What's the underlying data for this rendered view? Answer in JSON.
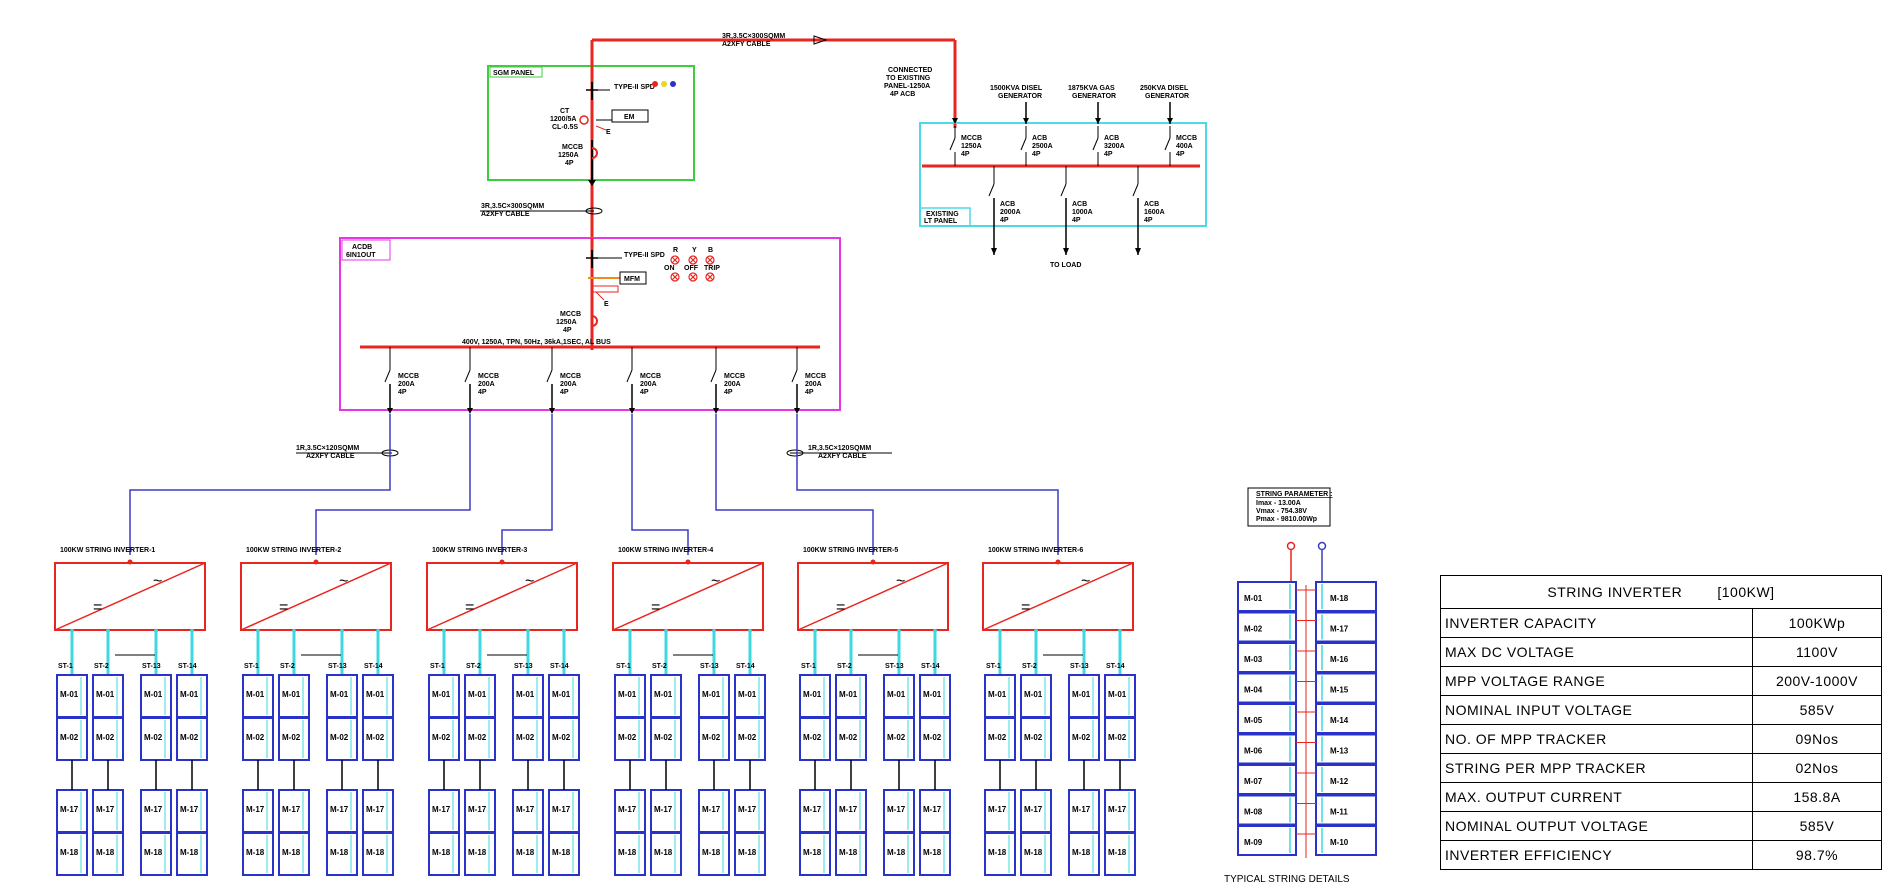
{
  "sgm": {
    "panel_label": "SGM PANEL",
    "spd_label": "TYPE-II SPD",
    "ct_lines": [
      "CT",
      "1200/5A",
      "CL-0.5S"
    ],
    "meter_label": "EM",
    "mccb_lines": [
      "MCCB",
      "1250A",
      "4P"
    ],
    "earth": "E"
  },
  "top_cable_lines": [
    "3R,3.5C×300SQMM",
    "A2XFY CABLE"
  ],
  "mid_cable_lines": [
    "3R,3.5C×300SQMM",
    "A2XFY CABLE"
  ],
  "connected_lines": [
    "CONNECTED",
    "TO EXISTING",
    "PANEL-1250A",
    "4P ACB"
  ],
  "generators": [
    {
      "lines": [
        "1500KVA DISEL",
        "GENERATOR"
      ]
    },
    {
      "lines": [
        "1875KVA GAS",
        "GENERATOR"
      ]
    },
    {
      "lines": [
        "250KVA DISEL",
        "GENERATOR"
      ]
    }
  ],
  "lt_panel": {
    "label_lines": [
      "EXISTING",
      "LT PANEL"
    ],
    "top_breakers": [
      {
        "lines": [
          "MCCB",
          "1250A",
          "4P"
        ]
      },
      {
        "lines": [
          "ACB",
          "2500A",
          "4P"
        ]
      },
      {
        "lines": [
          "ACB",
          "3200A",
          "4P"
        ]
      },
      {
        "lines": [
          "MCCB",
          "400A",
          "4P"
        ]
      }
    ],
    "bottom_breakers": [
      {
        "lines": [
          "ACB",
          "2000A",
          "4P"
        ]
      },
      {
        "lines": [
          "ACB",
          "1000A",
          "4P"
        ]
      },
      {
        "lines": [
          "ACB",
          "1600A",
          "4P"
        ]
      }
    ],
    "to_load": "TO LOAD"
  },
  "acdb": {
    "label_lines": [
      "ACDB",
      "6IN1OUT"
    ],
    "spd_label": "TYPE-II SPD",
    "indicator_letters": [
      "R",
      "Y",
      "B"
    ],
    "indicator_states": [
      "ON",
      "OFF",
      "TRIP"
    ],
    "meter_label": "MFM",
    "mccb_lines": [
      "MCCB",
      "1250A",
      "4P"
    ],
    "earth": "E",
    "bus_label": "400V, 1250A, TPN, 50Hz, 36kA,1SEC, AL BUS",
    "outgoing": [
      {
        "lines": [
          "MCCB",
          "200A",
          "4P"
        ]
      },
      {
        "lines": [
          "MCCB",
          "200A",
          "4P"
        ]
      },
      {
        "lines": [
          "MCCB",
          "200A",
          "4P"
        ]
      },
      {
        "lines": [
          "MCCB",
          "200A",
          "4P"
        ]
      },
      {
        "lines": [
          "MCCB",
          "200A",
          "4P"
        ]
      },
      {
        "lines": [
          "MCCB",
          "200A",
          "4P"
        ]
      }
    ]
  },
  "inv_cable_left": [
    "1R,3.5C×120SQMM",
    "A2XFY CABLE"
  ],
  "inv_cable_right": [
    "1R,3.5C×120SQMM",
    "A2XFY CABLE"
  ],
  "inverters": [
    {
      "title": "100KW STRING INVERTER-1"
    },
    {
      "title": "100KW STRING INVERTER-2"
    },
    {
      "title": "100KW STRING INVERTER-3"
    },
    {
      "title": "100KW STRING INVERTER-4"
    },
    {
      "title": "100KW STRING INVERTER-5"
    },
    {
      "title": "100KW STRING INVERTER-6"
    }
  ],
  "inverter_symbols": {
    "ac": "~",
    "dc": "="
  },
  "strings": [
    "ST-1",
    "ST-2",
    "ST-13",
    "ST-14"
  ],
  "module_rows": [
    "M-01",
    "M-02",
    "M-17",
    "M-18"
  ],
  "string_parameter": {
    "title": "STRING PARAMETER :",
    "lines": [
      "Imax - 13.00A",
      "Vmax - 754.38V",
      "Pmax - 9810.00Wp"
    ]
  },
  "typical_left": [
    "M-01",
    "M-02",
    "M-03",
    "M-04",
    "M-05",
    "M-06",
    "M-07",
    "M-08",
    "M-09"
  ],
  "typical_right": [
    "M-18",
    "M-17",
    "M-16",
    "M-15",
    "M-14",
    "M-13",
    "M-12",
    "M-11",
    "M-10"
  ],
  "typical_caption": "TYPICAL STRING DETAILS",
  "spec_table": {
    "header_title": "STRING INVERTER",
    "header_rating": "[100KW]",
    "rows": [
      {
        "label": "INVERTER CAPACITY",
        "value": "100KWp"
      },
      {
        "label": "MAX DC VOLTAGE",
        "value": "1100V"
      },
      {
        "label": "MPP VOLTAGE RANGE",
        "value": "200V-1000V"
      },
      {
        "label": "NOMINAL INPUT VOLTAGE",
        "value": "585V"
      },
      {
        "label": "NO. OF MPP TRACKER",
        "value": "09Nos"
      },
      {
        "label": "STRING PER MPP TRACKER",
        "value": "02Nos"
      },
      {
        "label": "MAX. OUTPUT CURRENT",
        "value": "158.8A"
      },
      {
        "label": "NOMINAL OUTPUT VOLTAGE",
        "value": "585V"
      },
      {
        "label": "INVERTER EFFICIENCY",
        "value": "98.7%"
      }
    ]
  },
  "colors": {
    "bus": "#e8261f",
    "feeder": "#3b3bc4",
    "module": "#2a33c9",
    "dc": "#3ed9e0",
    "acdb": "#e637e6",
    "sgm": "#3fcc3f",
    "lt": "#4fd9e6"
  }
}
